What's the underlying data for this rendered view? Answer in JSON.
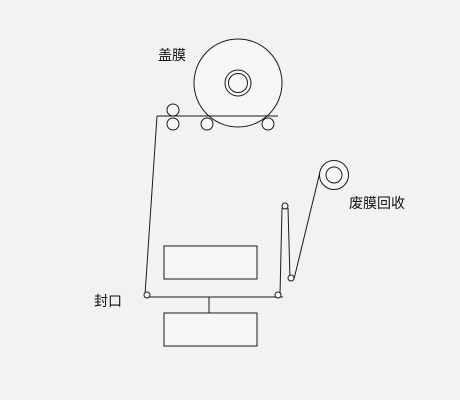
{
  "labels": {
    "cover_film": "盖膜",
    "waste_film_recovery": "废膜回收",
    "seal": "封口"
  },
  "colors": {
    "background": "#f2f2f2",
    "line": "#1a1a1a"
  }
}
